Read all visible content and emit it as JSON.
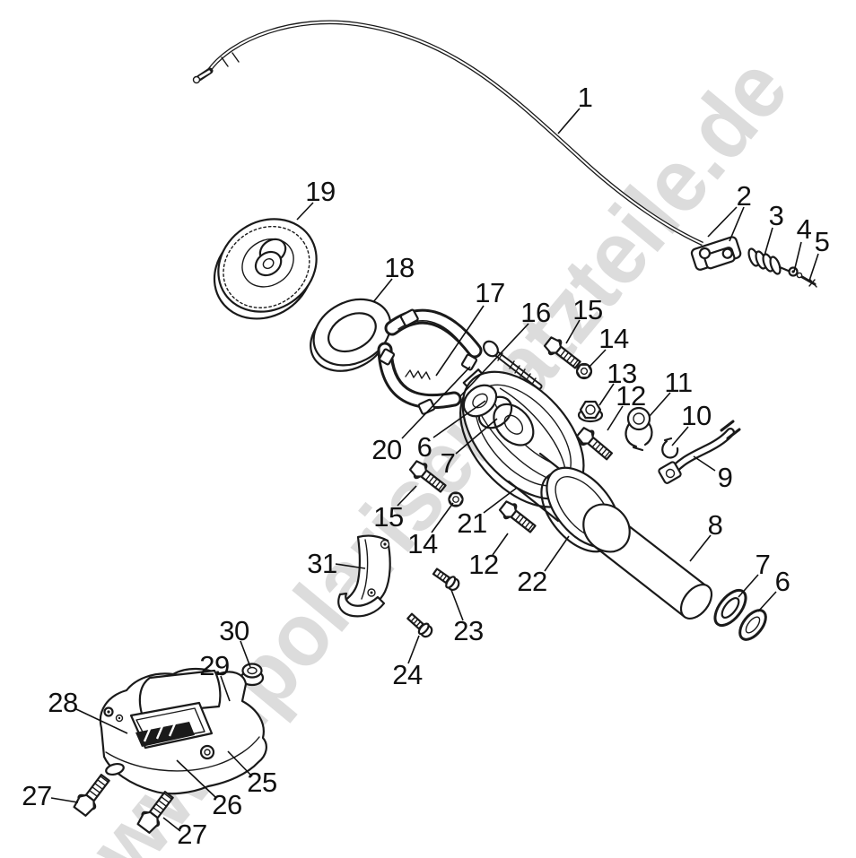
{
  "watermark": {
    "text": "www.polarisersatzteile.de",
    "color": "#c5c5c5"
  },
  "colors": {
    "line": "#1a1a1a",
    "label": "#111111",
    "background": "#ffffff"
  },
  "callouts": [
    {
      "label": "1"
    },
    {
      "label": "2"
    },
    {
      "label": "3"
    },
    {
      "label": "4"
    },
    {
      "label": "5"
    },
    {
      "label": "19"
    },
    {
      "label": "18"
    },
    {
      "label": "17"
    },
    {
      "label": "16"
    },
    {
      "label": "15"
    },
    {
      "label": "14"
    },
    {
      "label": "13"
    },
    {
      "label": "12"
    },
    {
      "label": "11"
    },
    {
      "label": "10"
    },
    {
      "label": "9"
    },
    {
      "label": "20"
    },
    {
      "label": "6"
    },
    {
      "label": "7"
    },
    {
      "label": "15"
    },
    {
      "label": "14"
    },
    {
      "label": "21"
    },
    {
      "label": "12"
    },
    {
      "label": "22"
    },
    {
      "label": "8"
    },
    {
      "label": "7"
    },
    {
      "label": "6"
    },
    {
      "label": "31"
    },
    {
      "label": "23"
    },
    {
      "label": "24"
    },
    {
      "label": "30"
    },
    {
      "label": "29"
    },
    {
      "label": "28"
    },
    {
      "label": "25"
    },
    {
      "label": "26"
    },
    {
      "label": "27"
    },
    {
      "label": "27"
    }
  ]
}
